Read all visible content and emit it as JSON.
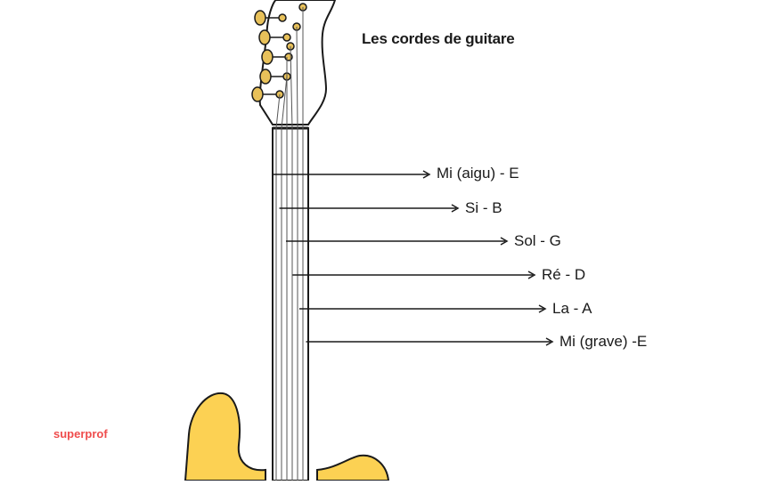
{
  "title": "Les cordes de guitare",
  "brand": {
    "name": "superprof",
    "color": "#ef4c4c"
  },
  "colors": {
    "body": "#fcd153",
    "outline": "#1a1a1a",
    "peg": "#e8c15a"
  },
  "strings": [
    {
      "label": "Mi (aigu) - E"
    },
    {
      "label": "Si - B"
    },
    {
      "label": "Sol - G"
    },
    {
      "label": "Ré - D"
    },
    {
      "label": "La - A"
    },
    {
      "label": "Mi (grave) -E"
    }
  ]
}
